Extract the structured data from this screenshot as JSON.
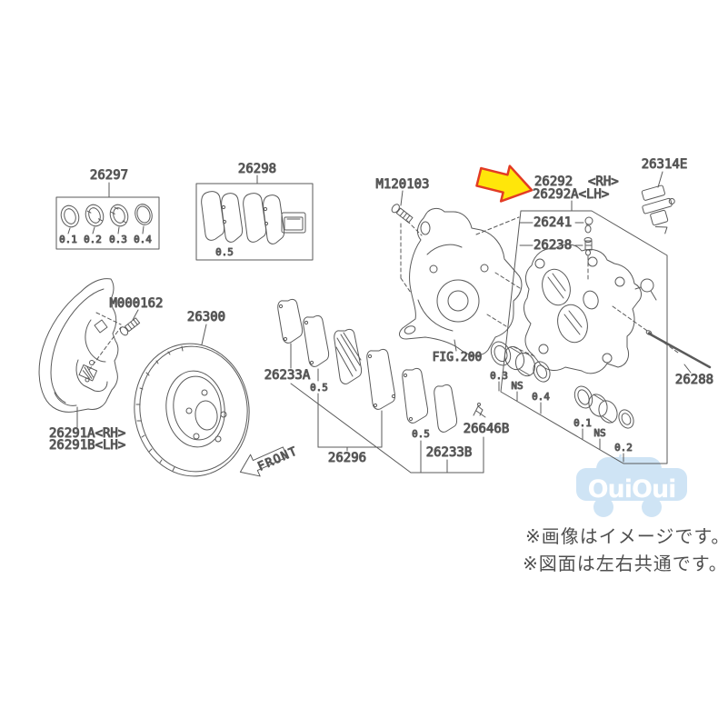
{
  "diagram": {
    "sealKit": {
      "label": "26297",
      "sizes": [
        "0.1",
        "0.2",
        "0.3",
        "0.4"
      ]
    },
    "padKit": {
      "label": "26298",
      "qty": "0.5"
    },
    "boltTop": "M120103",
    "knuckleFig": "FIG.200",
    "caliperRh": "26292  <RH>",
    "caliperLh": "26292A<LH>",
    "padClip": "26314E",
    "lockPin": "26241",
    "bleeder": "26238",
    "boltLeft": "M000162",
    "rotor": "26300",
    "shieldRh": "26291A<RH>",
    "shieldLh": "26291B<LH>",
    "shimA": "26233A",
    "shimAQty": "0.5",
    "padSet": "26296",
    "shimB": "26233B",
    "shimBQty": "0.5",
    "padSpring": "26646B",
    "guidePin": "26288",
    "seals1": [
      "0.3",
      "NS",
      "0.4"
    ],
    "seals2": [
      "0.1",
      "NS",
      "0.2"
    ],
    "front": "FRONT",
    "watermark": "OuiOui",
    "notes": [
      "※画像はイメージです。",
      "※図面は左右共通です。"
    ],
    "colors": {
      "line": "#5a5a5a",
      "arrowFill": "#ffe60a",
      "arrowStroke": "#e33b24",
      "watermarkBlue": "#cfe4f5",
      "noteText": "#4f4f4f"
    }
  }
}
